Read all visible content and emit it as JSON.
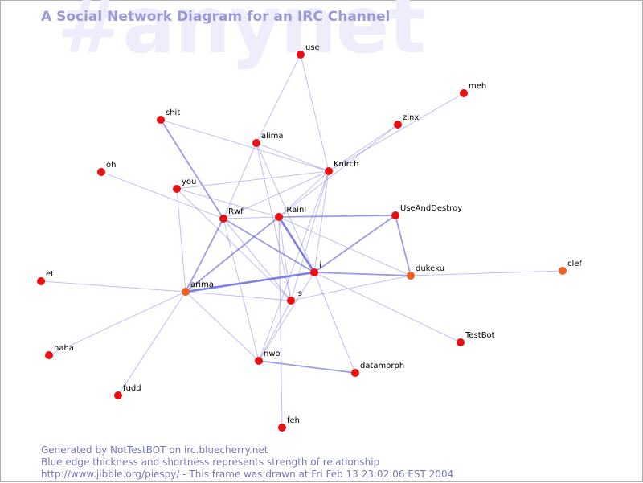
{
  "diagram": {
    "channel": "#anynet",
    "title": "A Social Network Diagram for an IRC Channel",
    "footer": {
      "line1": "Generated by NotTestBOT on irc.bluecherry.net",
      "line2": "Blue edge thickness and shortness represents strength of relationship",
      "line3": "http://www.jibble.org/piespy/ - This frame was drawn at Fri Feb 13 23:02:06 EST 2004"
    },
    "colors": {
      "node": "#e81010",
      "node_highlight": "#f06020",
      "edge": "#7070e0",
      "watermark": "#ededfb",
      "title": "#9a9ad8",
      "footer": "#7878b8"
    },
    "nodes": [
      {
        "id": "use",
        "label": "use"
      },
      {
        "id": "meh",
        "label": "meh"
      },
      {
        "id": "shit",
        "label": "shit"
      },
      {
        "id": "zinx",
        "label": "zinx"
      },
      {
        "id": "alima",
        "label": "alima"
      },
      {
        "id": "oh",
        "label": "oh"
      },
      {
        "id": "knirch",
        "label": "Knirch"
      },
      {
        "id": "you",
        "label": "you"
      },
      {
        "id": "rwf",
        "label": "Rwf"
      },
      {
        "id": "rainl",
        "label": "|Rainl"
      },
      {
        "id": "useanddestroy",
        "label": "UseAndDestroy"
      },
      {
        "id": "clef",
        "label": "clef",
        "highlight": true
      },
      {
        "id": "i",
        "label": "i"
      },
      {
        "id": "dukeku",
        "label": "dukeku",
        "highlight": true
      },
      {
        "id": "et",
        "label": "et"
      },
      {
        "id": "arima",
        "label": "arima",
        "highlight": true
      },
      {
        "id": "is",
        "label": "is"
      },
      {
        "id": "testbot",
        "label": "TestBot"
      },
      {
        "id": "haha",
        "label": "haha"
      },
      {
        "id": "nwo",
        "label": "nwo"
      },
      {
        "id": "datamorph",
        "label": "datamorph"
      },
      {
        "id": "fudd",
        "label": "fudd"
      },
      {
        "id": "feh",
        "label": "feh"
      }
    ],
    "edges": [
      {
        "from": "use",
        "to": "alima",
        "weight": 1
      },
      {
        "from": "use",
        "to": "knirch",
        "weight": 1
      },
      {
        "from": "meh",
        "to": "knirch",
        "weight": 1
      },
      {
        "from": "zinx",
        "to": "knirch",
        "weight": 1
      },
      {
        "from": "zinx",
        "to": "rainl",
        "weight": 1
      },
      {
        "from": "shit",
        "to": "knirch",
        "weight": 1
      },
      {
        "from": "shit",
        "to": "rwf",
        "weight": 2
      },
      {
        "from": "alima",
        "to": "knirch",
        "weight": 1
      },
      {
        "from": "alima",
        "to": "rwf",
        "weight": 1
      },
      {
        "from": "alima",
        "to": "i",
        "weight": 1
      },
      {
        "from": "alima",
        "to": "is",
        "weight": 1
      },
      {
        "from": "oh",
        "to": "rwf",
        "weight": 1
      },
      {
        "from": "knirch",
        "to": "you",
        "weight": 1
      },
      {
        "from": "knirch",
        "to": "rwf",
        "weight": 1
      },
      {
        "from": "knirch",
        "to": "rainl",
        "weight": 1
      },
      {
        "from": "knirch",
        "to": "i",
        "weight": 1
      },
      {
        "from": "knirch",
        "to": "is",
        "weight": 1
      },
      {
        "from": "knirch",
        "to": "nwo",
        "weight": 1
      },
      {
        "from": "you",
        "to": "rainl",
        "weight": 1
      },
      {
        "from": "you",
        "to": "is",
        "weight": 1
      },
      {
        "from": "you",
        "to": "arima",
        "weight": 1
      },
      {
        "from": "rwf",
        "to": "rainl",
        "weight": 1
      },
      {
        "from": "rwf",
        "to": "i",
        "weight": 2
      },
      {
        "from": "rwf",
        "to": "is",
        "weight": 1
      },
      {
        "from": "rwf",
        "to": "arima",
        "weight": 2
      },
      {
        "from": "rwf",
        "to": "nwo",
        "weight": 1
      },
      {
        "from": "rainl",
        "to": "useanddestroy",
        "weight": 2
      },
      {
        "from": "rainl",
        "to": "i",
        "weight": 3
      },
      {
        "from": "rainl",
        "to": "arima",
        "weight": 2
      },
      {
        "from": "rainl",
        "to": "dukeku",
        "weight": 1
      },
      {
        "from": "rainl",
        "to": "feh",
        "weight": 1
      },
      {
        "from": "rainl",
        "to": "is",
        "weight": 1
      },
      {
        "from": "useanddestroy",
        "to": "i",
        "weight": 2
      },
      {
        "from": "useanddestroy",
        "to": "dukeku",
        "weight": 2
      },
      {
        "from": "i",
        "to": "dukeku",
        "weight": 2
      },
      {
        "from": "i",
        "to": "arima",
        "weight": 3
      },
      {
        "from": "i",
        "to": "testbot",
        "weight": 1
      },
      {
        "from": "i",
        "to": "datamorph",
        "weight": 1
      },
      {
        "from": "i",
        "to": "nwo",
        "weight": 1
      },
      {
        "from": "dukeku",
        "to": "clef",
        "weight": 1
      },
      {
        "from": "dukeku",
        "to": "is",
        "weight": 1
      },
      {
        "from": "et",
        "to": "arima",
        "weight": 1
      },
      {
        "from": "arima",
        "to": "is",
        "weight": 1
      },
      {
        "from": "arima",
        "to": "haha",
        "weight": 1
      },
      {
        "from": "arima",
        "to": "fudd",
        "weight": 1
      },
      {
        "from": "arima",
        "to": "nwo",
        "weight": 1
      },
      {
        "from": "nwo",
        "to": "datamorph",
        "weight": 2
      },
      {
        "from": "is",
        "to": "nwo",
        "weight": 1
      }
    ]
  }
}
